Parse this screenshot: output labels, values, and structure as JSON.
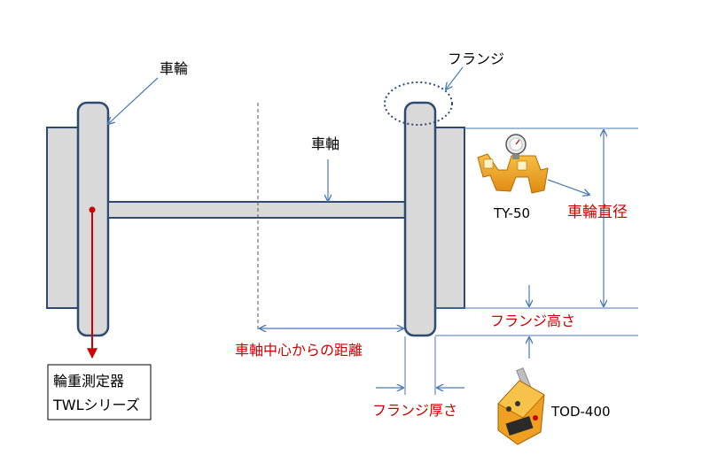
{
  "labels": {
    "wheel": "車輪",
    "flange": "フランジ",
    "axle": "車軸",
    "ty50": "TY-50",
    "wheel_diameter": "車輪直径",
    "flange_height": "フランジ高さ",
    "distance_from_center": "車軸中心からの距離",
    "flange_thickness": "フランジ厚さ",
    "tod400": "TOD-400",
    "scale_line1": "輪重測定器",
    "scale_line2": "TWLシリーズ"
  },
  "colors": {
    "wheel_fill": "#d9d9d9",
    "outline": "#2f4a70",
    "arrow": "#4a7ab5",
    "red_text": "#cc0000",
    "red_arrow": "#cc0000",
    "device_orange": "#f0a020"
  }
}
